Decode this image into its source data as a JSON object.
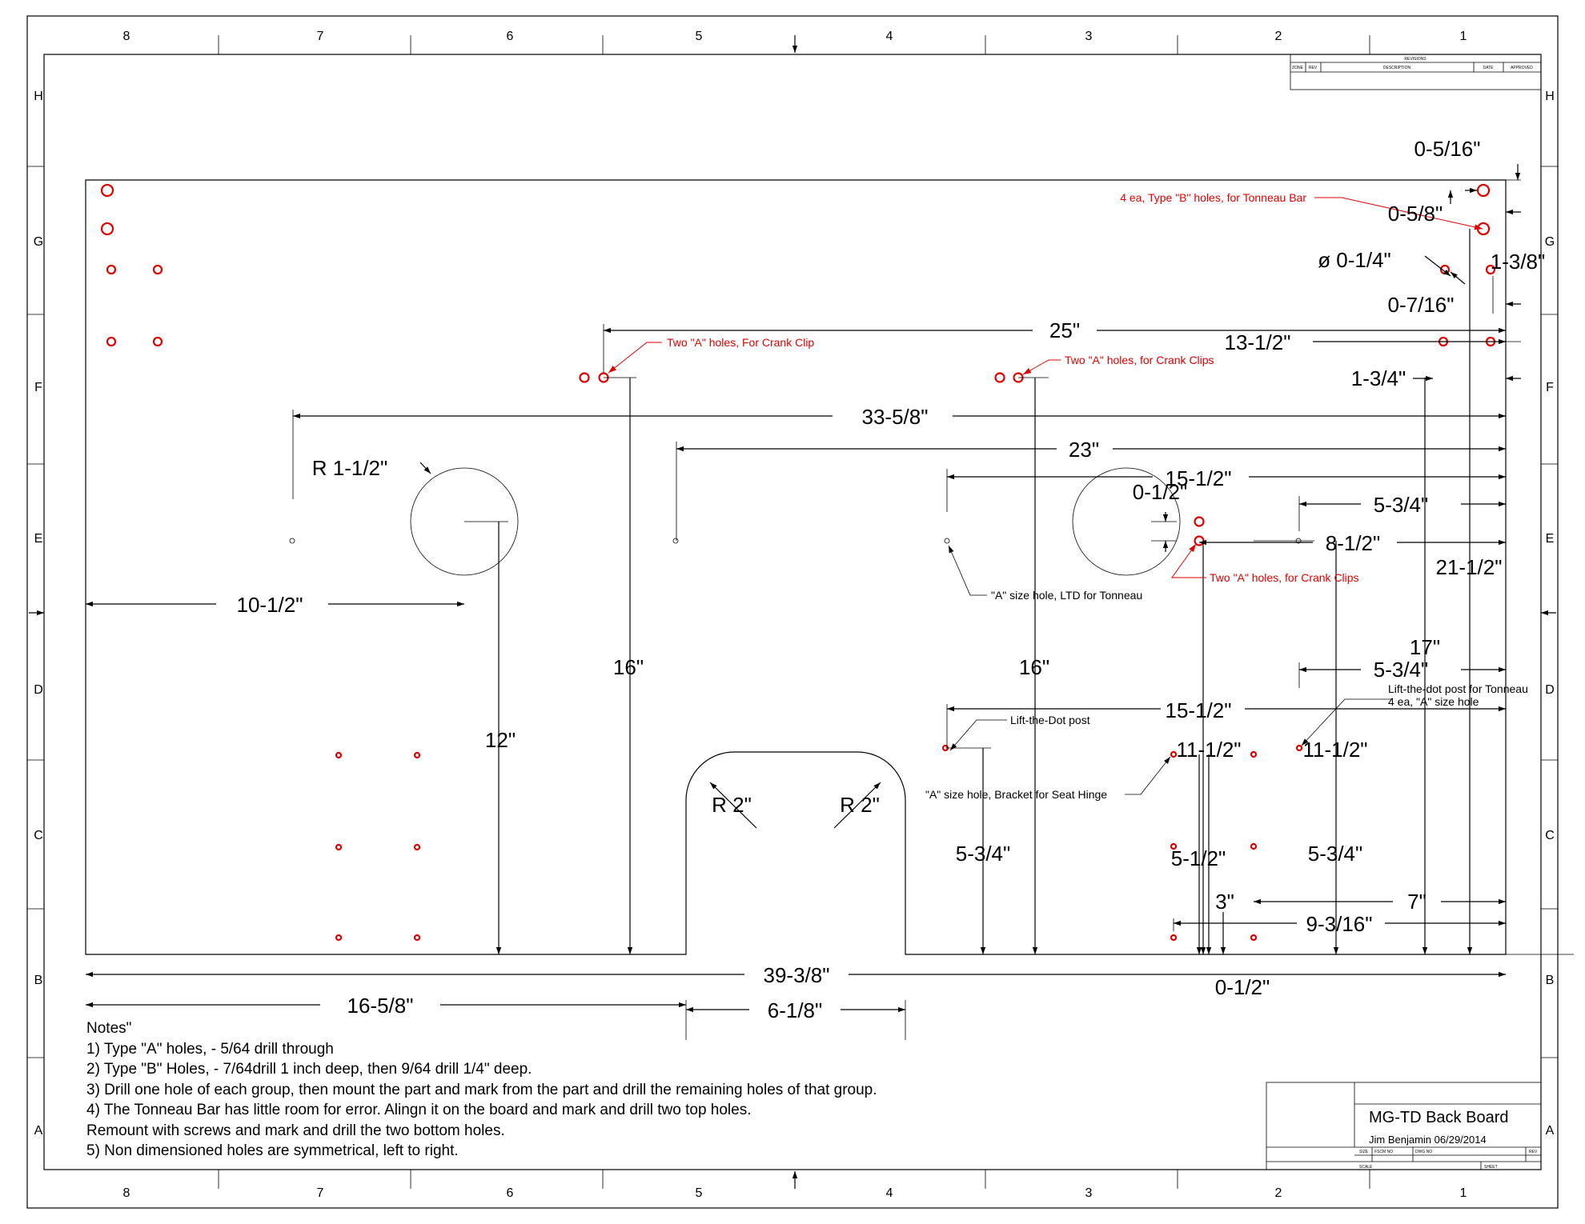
{
  "border": {
    "column_labels": [
      "8",
      "7",
      "6",
      "5",
      "4",
      "3",
      "2",
      "1"
    ],
    "row_labels": [
      "H",
      "G",
      "F",
      "E",
      "D",
      "C",
      "B",
      "A"
    ]
  },
  "title_block": {
    "title": "MG-TD Back Board",
    "author": "Jim Benjamin 06/29/2014",
    "size_label": "SIZE",
    "fscm_label": "FSCM NO",
    "dwg_label": "DWG NO",
    "rev_label": "REV",
    "scale_label": "SCALE",
    "sheet_label": "SHEET"
  },
  "revisions": {
    "header": "REVISIONS",
    "columns": [
      "ZONE",
      "REV",
      "DESCRIPTION",
      "DATE",
      "APPROVED"
    ]
  },
  "dimensions": {
    "d_0_5_16_top": "0-5/16\"",
    "d_0_5_8": "0-5/8\"",
    "d_1_3_8": "1-3/8\"",
    "d_dia_1_4": "ø 0-1/4\"",
    "d_0_7_16": "0-7/16\"",
    "d_25": "25\"",
    "d_13_1_2": "13-1/2\"",
    "d_1_3_4": "1-3/4\"",
    "d_33_5_8": "33-5/8\"",
    "d_23": "23\"",
    "d_r_1_1_2": "R 1-1/2\"",
    "d_15_1_2_top": "15-1/2\"",
    "d_0_1_2_mid": "0-1/2\"",
    "d_5_3_4_top": "5-3/4\"",
    "d_8_1_2": "8-1/2\"",
    "d_21_1_2": "21-1/2\"",
    "d_10_1_2": "10-1/2\"",
    "d_17": "17\"",
    "d_5_3_4_right_mid": "5-3/4\"",
    "d_16_left": "16\"",
    "d_16_right": "16\"",
    "d_15_1_2_low": "15-1/2\"",
    "d_12": "12\"",
    "d_11_1_2_a": "11-1/2\"",
    "d_11_1_2_b": "11-1/2\"",
    "d_r2_left": "R 2\"",
    "d_r2_right": "R 2\"",
    "d_5_3_4_center": "5-3/4\"",
    "d_5_1_2": "5-1/2\"",
    "d_5_3_4_right_low": "5-3/4\"",
    "d_3": "3\"",
    "d_7": "7\"",
    "d_9_3_16": "9-3/16\"",
    "d_39_3_8": "39-3/8\"",
    "d_0_1_2_bottom": "0-1/2\"",
    "d_16_5_8": "16-5/8\"",
    "d_6_1_8": "6-1/8\""
  },
  "callouts": {
    "type_b_tonneau": "4 ea, Type \"B\" holes, for Tonneau Bar",
    "crank_clip": "Two \"A\" holes, For Crank Clip",
    "crank_clips_1": "Two \"A\" holes, for Crank Clips",
    "crank_clips_2": "Two \"A\" holes, for Crank Clips",
    "a_ltd_tonneau": "\"A\" size hole, LTD for Tonneau",
    "ltd_post": "Lift-the-Dot post",
    "ltd_post_tonneau": "Lift-the-dot post for Tonneau",
    "a_size_4ea": "4 ea, \"A\" size hole",
    "seat_hinge": "\"A\" size hole, Bracket for Seat Hinge"
  },
  "notes": [
    "Notes\"",
    "1) Type \"A\" holes, - 5/64 drill through",
    "2) Type \"B\" Holes, - 7/64drill 1 inch deep, then 9/64 drill 1/4\" deep.",
    "3) Drill one hole of each group, then mount the part and mark from the part and drill the remaining holes of  that group.",
    "4) The Tonneau Bar has little room for error. Alingn it on the board and mark and drill two top holes.",
    "Remount with screws and mark and drill the two bottom holes.",
    "5) Non dimensioned holes are symmetrical, left to right."
  ],
  "colors": {
    "hole": "#e00000",
    "line": "#000000",
    "background": "#ffffff"
  }
}
